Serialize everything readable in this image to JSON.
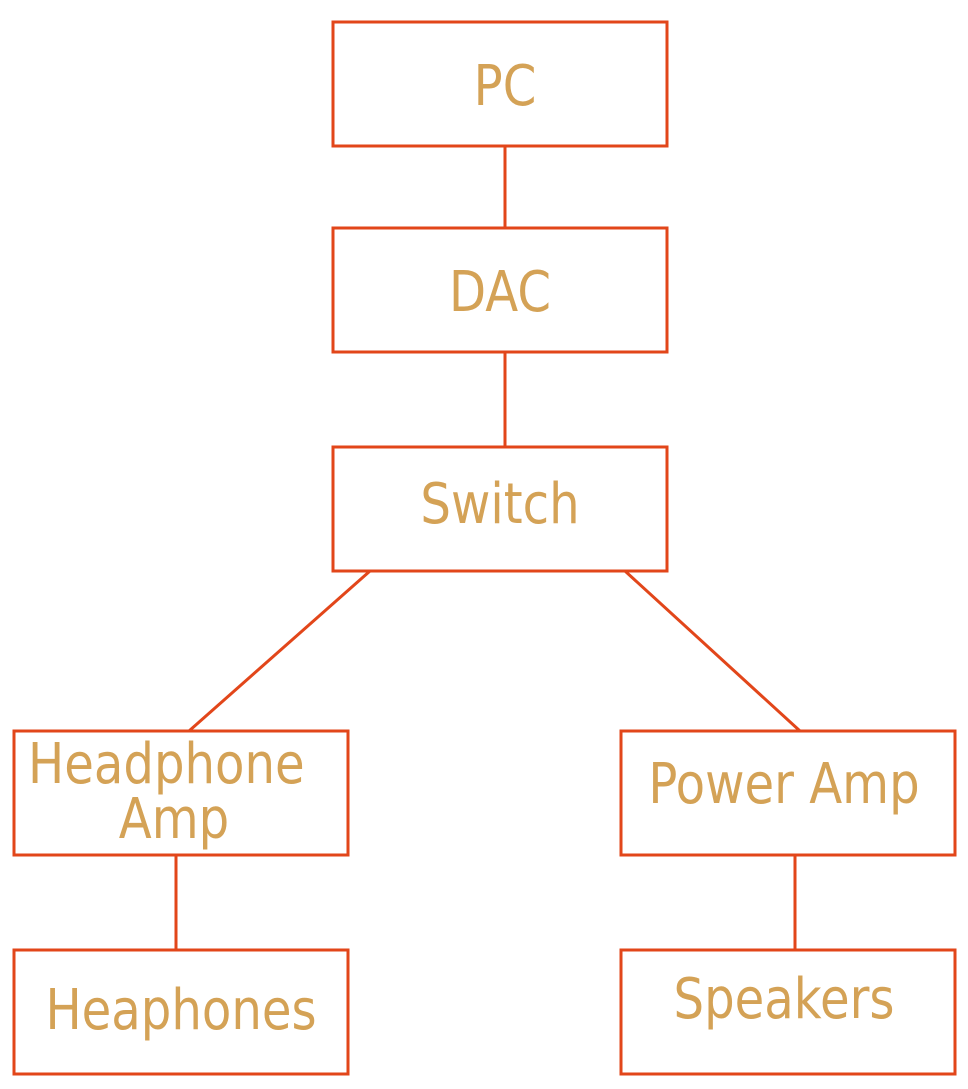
{
  "colors": {
    "stroke": "#e2461a",
    "text": "#d4a256",
    "background": "#ffffff"
  },
  "nodes": {
    "pc": {
      "lines": [
        "PC"
      ]
    },
    "dac": {
      "lines": [
        "DAC"
      ]
    },
    "switch": {
      "lines": [
        "Switch"
      ]
    },
    "headphone_amp": {
      "lines": [
        "Headphone",
        "Amp"
      ]
    },
    "power_amp": {
      "lines": [
        "Power Amp"
      ]
    },
    "headphones": {
      "lines": [
        "Heaphones"
      ]
    },
    "speakers": {
      "lines": [
        "Speakers"
      ]
    }
  },
  "edges": [
    {
      "from": "pc",
      "to": "dac"
    },
    {
      "from": "dac",
      "to": "switch"
    },
    {
      "from": "switch",
      "to": "headphone_amp"
    },
    {
      "from": "switch",
      "to": "power_amp"
    },
    {
      "from": "headphone_amp",
      "to": "headphones"
    },
    {
      "from": "power_amp",
      "to": "speakers"
    }
  ]
}
